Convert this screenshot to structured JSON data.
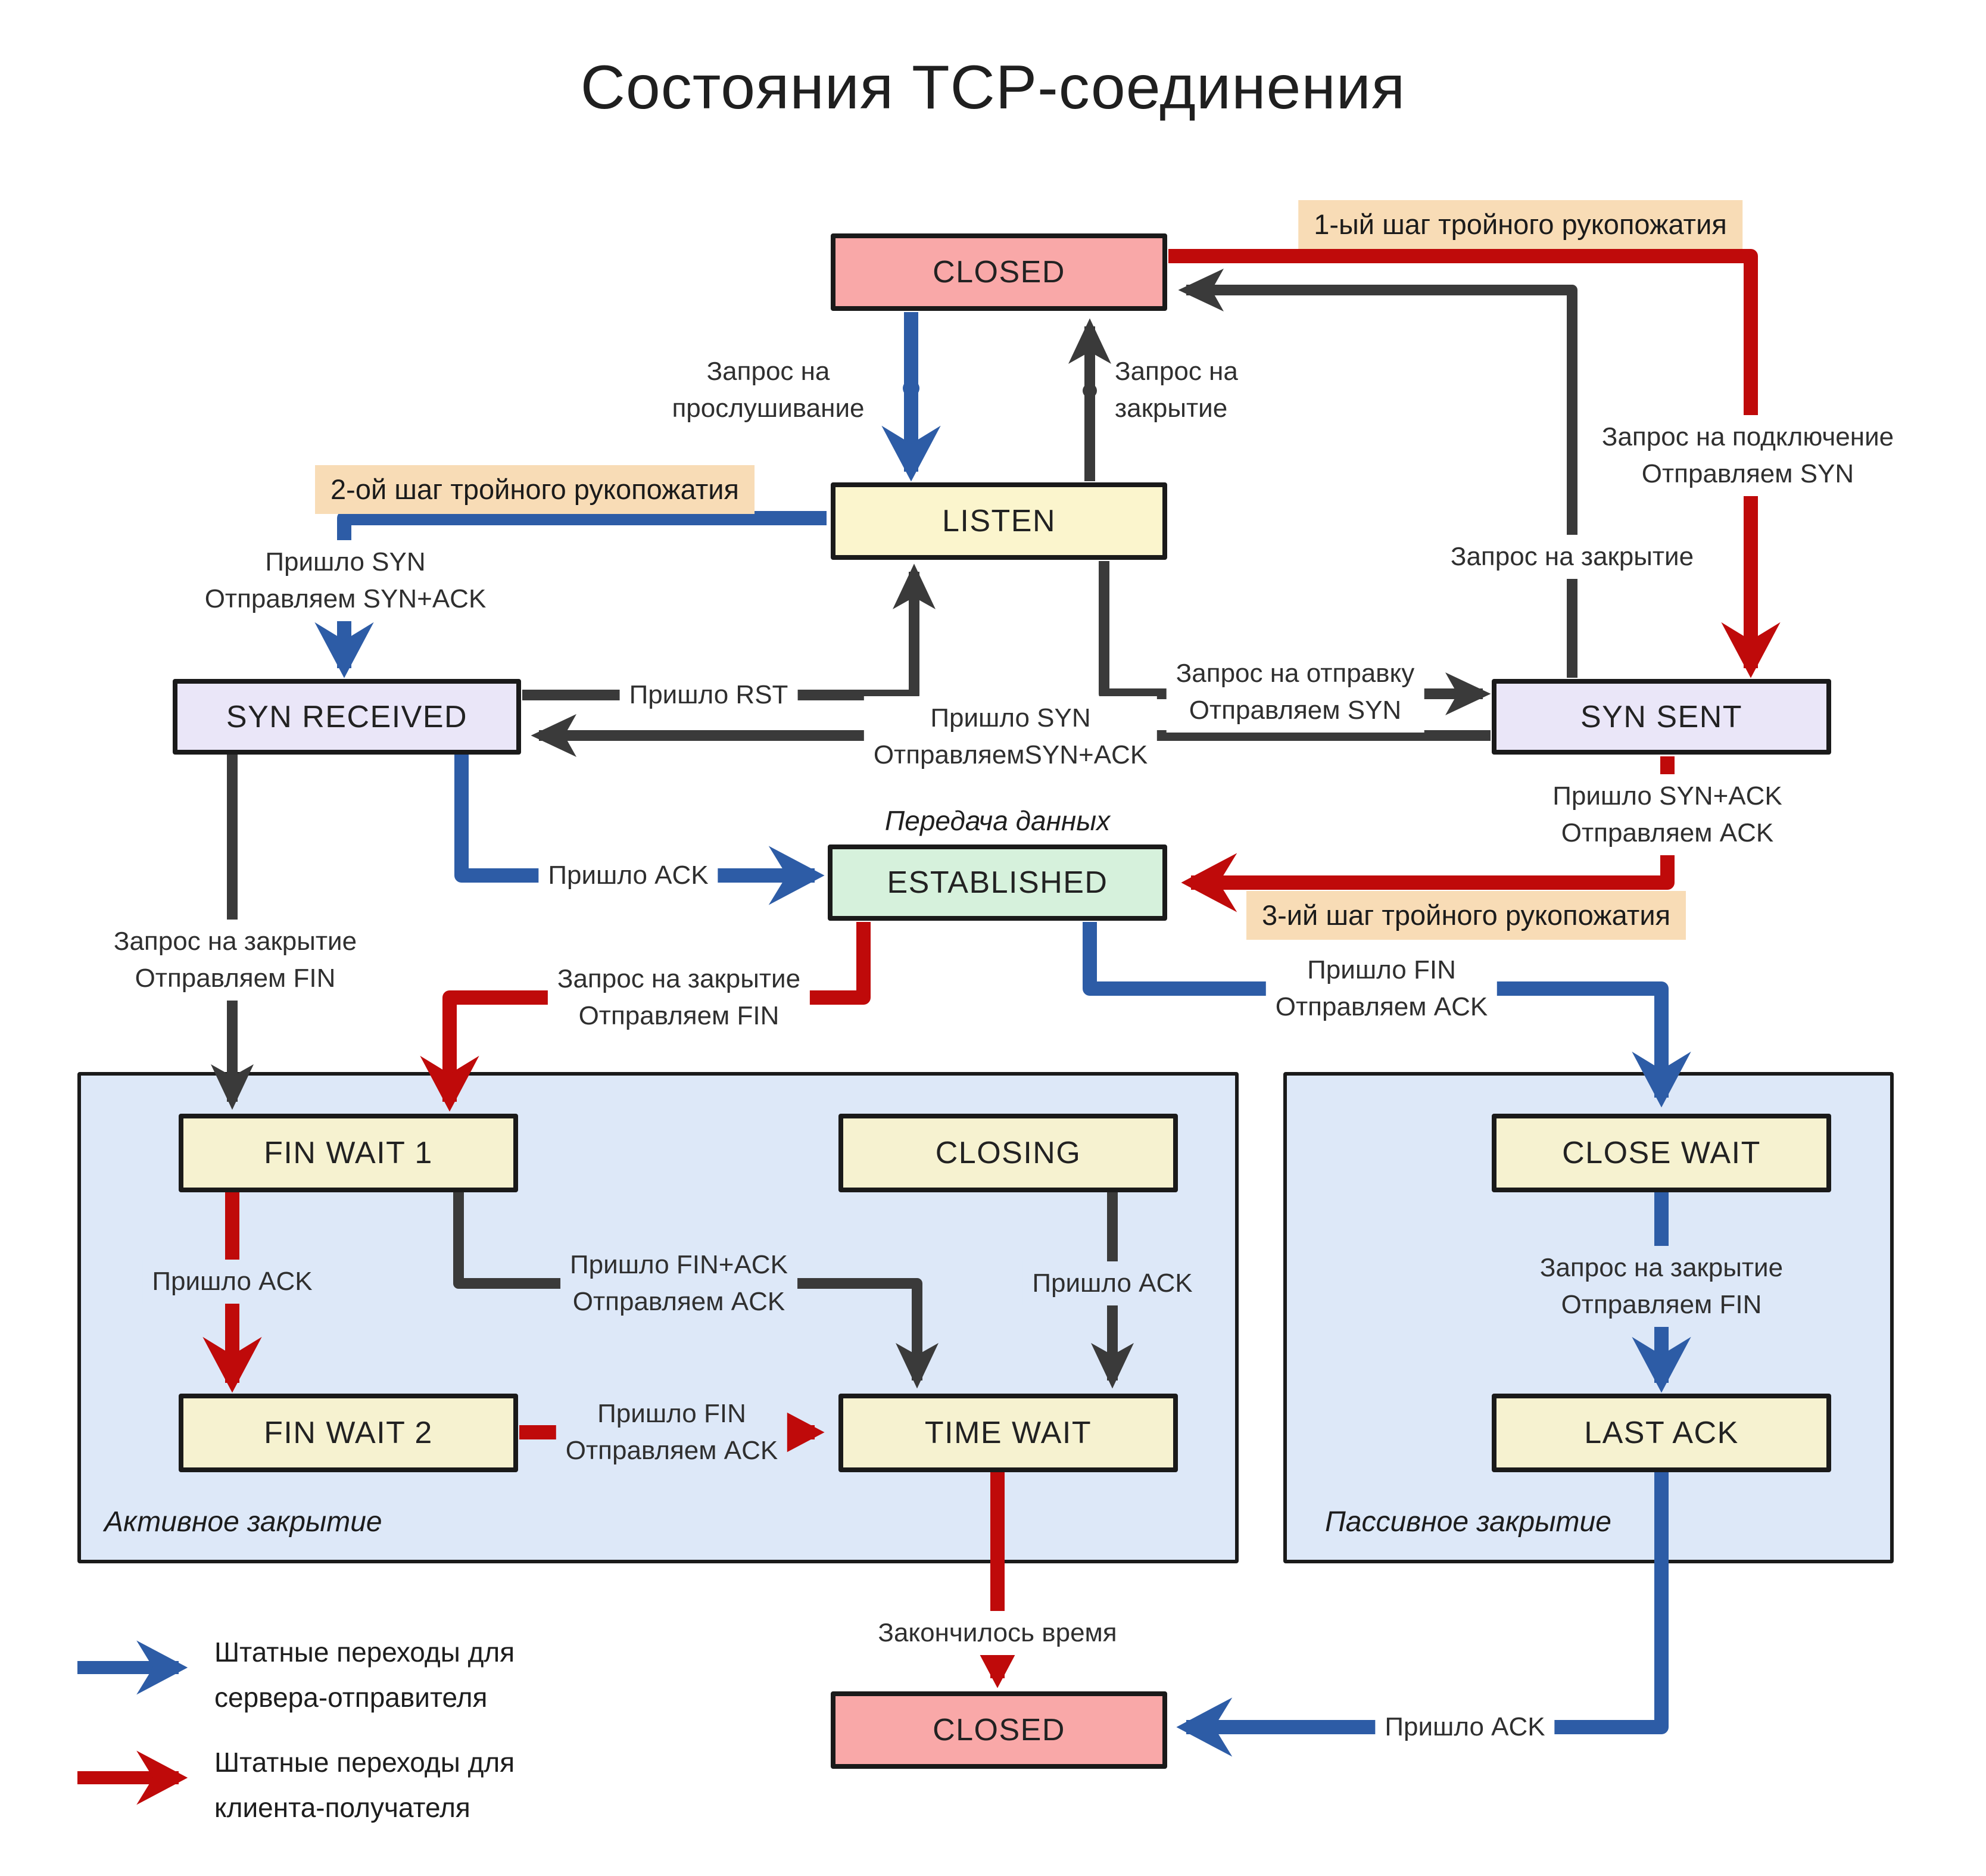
{
  "title": "Состояния TCP-соединения",
  "states": {
    "closed_top": "CLOSED",
    "listen": "LISTEN",
    "syn_received": "SYN RECEIVED",
    "syn_sent": "SYN SENT",
    "established": "ESTABLISHED",
    "fin_wait_1": "FIN WAIT 1",
    "closing": "CLOSING",
    "fin_wait_2": "FIN WAIT 2",
    "time_wait": "TIME WAIT",
    "close_wait": "CLOSE WAIT",
    "last_ack": "LAST ACK",
    "closed_bottom": "CLOSED"
  },
  "handshake_steps": {
    "step1": "1-ый шаг тройного рукопожатия",
    "step2": "2-ой шаг тройного рукопожатия",
    "step3": "3-ий шаг тройного рукопожатия"
  },
  "annotations": {
    "data_transfer": "Передача данных",
    "active_close": "Активное закрытие",
    "passive_close": "Пассивное закрытие",
    "timeout": "Закончилось время"
  },
  "transitions": {
    "listen_request": {
      "line1": "Запрос на",
      "line2": "прослушивание"
    },
    "close_request_top": {
      "line1": "Запрос на",
      "line2": "закрытие"
    },
    "connect_request": {
      "line1": "Запрос на подключение",
      "line2": "Отправляем SYN"
    },
    "close_request_synsent": {
      "line1": "Запрос на закрытие"
    },
    "got_syn_send_synack": {
      "line1": "Пришло SYN",
      "line2": "Отправляем SYN+ACK"
    },
    "got_rst": {
      "line1": "Пришло RST"
    },
    "send_request": {
      "line1": "Запрос на отправку",
      "line2": "Отправляем SYN"
    },
    "got_syn_send_synack2": {
      "line1": "Пришло SYN",
      "line2": "ОтправляемSYN+ACK"
    },
    "got_synack_send_ack": {
      "line1": "Пришло SYN+ACK",
      "line2": "Отправляем ACK"
    },
    "got_ack_established": {
      "line1": "Пришло ACK"
    },
    "close_request_synrecv": {
      "line1": "Запрос на закрытие",
      "line2": "Отправляем FIN"
    },
    "close_request_established": {
      "line1": "Запрос на закрытие",
      "line2": "Отправляем FIN"
    },
    "got_fin_send_ack": {
      "line1": "Пришло FIN",
      "line2": "Отправляем ACK"
    },
    "got_ack_fw1": {
      "line1": "Пришло ACK"
    },
    "got_finack_send_ack": {
      "line1": "Пришло FIN+ACK",
      "line2": "Отправляем ACK"
    },
    "got_ack_closing": {
      "line1": "Пришло ACK"
    },
    "got_fin_send_ack_fw2": {
      "line1": "Пришло FIN",
      "line2": "Отправляем ACK"
    },
    "close_request_cw": {
      "line1": "Запрос на закрытие",
      "line2": "Отправляем FIN"
    },
    "got_ack_lastack": {
      "line1": "Пришло ACK"
    }
  },
  "legend": {
    "server": {
      "line1": "Штатные переходы для",
      "line2": "сервера-отправителя"
    },
    "client": {
      "line1": "Штатные переходы для",
      "line2": "клиента-получателя"
    }
  },
  "colors": {
    "server_transition_blue": "#2d5ca6",
    "client_transition_red": "#bf0a0a",
    "neutral_transition_dark": "#3a3a3a",
    "highlight_peach": "#f8dcb6",
    "state_pink": "#f9a8a8",
    "state_yellow": "#fbf5cd",
    "state_lavender": "#eae6f8",
    "state_green": "#d6f1dc",
    "state_cream": "#f6f2d0",
    "region_blue": "#dde8f8"
  }
}
